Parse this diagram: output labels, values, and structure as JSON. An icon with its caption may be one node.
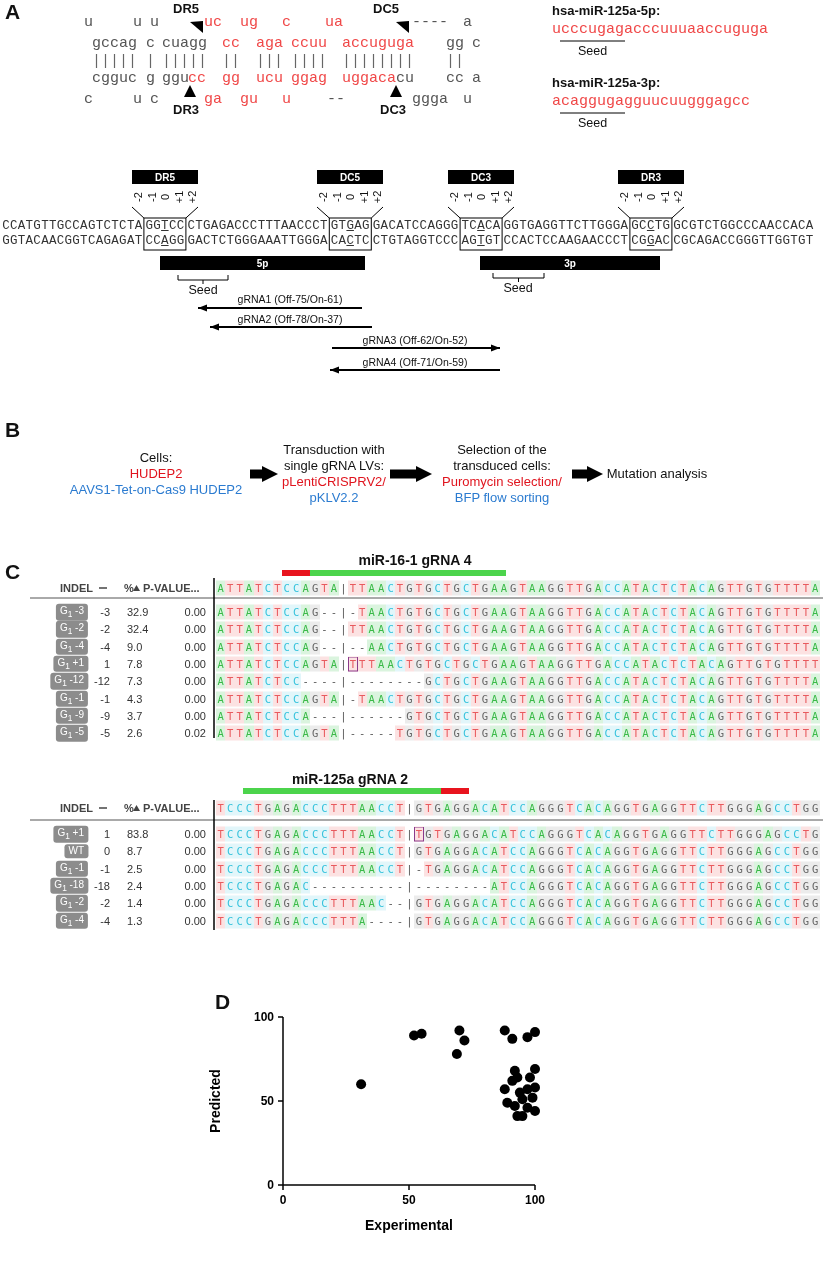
{
  "diagram": {
    "nodes": [
      {
        "text": [
          "DR5"
        ]
      },
      {
        "text": [
          "DC5"
        ]
      },
      {
        "text": [
          "DC3"
        ]
      },
      {
        "text": [
          "DR3"
        ]
      },
      {
        "text": [
          "5p"
        ]
      },
      {
        "text": [
          "3p"
        ]
      },
      {
        "text": [
          "Cells:",
          "HUDEP2",
          "AAVS1-Tet-on-Cas9 HUDEP2"
        ]
      },
      {
        "text": [
          "Transduction with single gRNA LVs:",
          "pLentiCRISPRV2/",
          "pKLV2.2"
        ]
      },
      {
        "text": [
          "Selection of the transduced cells:",
          "Puromycin selection/",
          "BFP flow sorting"
        ]
      },
      {
        "text": [
          "Mutation analysis"
        ]
      }
    ],
    "edges": [
      {
        "from": 6,
        "to": 7,
        "arrow": "to"
      },
      {
        "from": 7,
        "to": 8,
        "arrow": "to"
      },
      {
        "from": 8,
        "to": 9,
        "arrow": "to"
      }
    ],
    "labels": [
      "A",
      "DR5",
      "DC5",
      "u",
      "u",
      "u",
      "uc",
      "ug",
      "c",
      "ua",
      "----",
      "a",
      "gccag",
      "c",
      "cuagg",
      "cc",
      "aga",
      "ccuu",
      "accuguga",
      "gg",
      "c",
      "cgguc",
      "g",
      "ggu",
      "cc",
      "gg",
      "ucu",
      "ggag",
      "uggaca",
      "cu",
      "cc",
      "a",
      "c",
      "u",
      "c",
      "ga",
      "gu",
      "u",
      "--",
      "ggga",
      "u",
      "DR3",
      "DC3",
      "hsa-miR-125a-5p:",
      "ucccugagacccuuuaaccuguga",
      "Seed",
      "hsa-miR-125a-3p:",
      "acaggugagguucuugggagcc",
      "Seed",
      "-2",
      "-1",
      "0",
      "+1",
      "+2",
      "-2",
      "-1",
      "0",
      "+1",
      "+2",
      "-2",
      "-1",
      "0",
      "+1",
      "+2",
      "-2",
      "-1",
      "0",
      "+1",
      "+2",
      "CCATGTTGCCAGTCTCTAGGTCCCTGAGACCCTTTAACCCTGTGAGGACATCCAGGGTCACAGGTGAGGTTCTTGGGAGCCTGGCGTCTGGCCCAACCACA",
      "GGTACAACGGTCAGAGATCCAGGGACTCTGGGAAATTGGGACACTCCTGTAGGTCCCAGTGTCCACTCCAAGAACCCTCGGACCGCAGACCGGGTTGGTGT",
      "Seed",
      "Seed",
      "gRNA1 (Off-75/On-61)",
      "gRNA2 (Off-78/On-37)",
      "gRNA3 (Off-62/On-52)",
      "gRNA4 (Off-71/On-59)",
      "B",
      "C",
      "miR-16-1 gRNA 4",
      "INDEL",
      "%",
      "P-VALUE...",
      "ATTATCTCCAGTA|TTAACTGTGCTGCTGAAGTAAGGTTGACCATACTCTACAGTTGTGTTTTA",
      "G$_{1}$ -3",
      "-3",
      "32.9",
      "0.00",
      "ATTATCTCCAG--|-TAACTGTGCTGCTGAAGTAAGGTTGACCATACTCTACAGTTGTGTTTTA",
      "G$_{1}$ -2",
      "-2",
      "32.4",
      "0.00",
      "ATTATCTCCAG--|TTAACTGTGCTGCTGAAGTAAGGTTGACCATACTCTACAGTTGTGTTTTA",
      "G$_{1}$ -4",
      "-4",
      "9.0",
      "0.00",
      "ATTATCTCCAG--|--AACTGTGCTGCTGAAGTAAGGTTGACCATACTCTACAGTTGTGTTTTA",
      "G$_{1}$ +1",
      "1",
      "7.8",
      "0.00",
      "ATTATCTCCAGTA|TTTAACTGTGCTGCTGAAGTAAGGTTGACCATACTCTACAGTTGTGTTTT",
      "G$_{1}$ -12",
      "-12",
      "7.3",
      "0.00",
      "ATTATCTCC----|--------GCTGCTGAAGTAAGGTTGACCATACTCTACAGTTGTGTTTTA",
      "G$_{1}$ -1",
      "-1",
      "4.3",
      "0.00",
      "ATTATCTCCAGTA|-TAACTGTGCTGCTGAAGTAAGGTTGACCATACTCTACAGTTGTGTTTTA",
      "G$_{1}$ -9",
      "-9",
      "3.7",
      "0.00",
      "ATTATCTCCA---|------GTGCTGCTGAAGTAAGGTTGACCATACTCTACAGTTGTGTTTTA",
      "G$_{1}$ -5",
      "-5",
      "2.6",
      "0.02",
      "ATTATCTCCAGTA|-----TGTGCTGCTGAAGTAAGGTTGACCATACTCTACAGTTGTGTTTTA",
      "miR-125a gRNA 2",
      "INDEL",
      "%",
      "P-VALUE...",
      "TCCCTGAGACCCTTTAACCT|GTGAGGACATCCAGGGTCACAGGTGAGGTTCTTGGGAGCCTGG",
      "G$_{1}$ +1",
      "1",
      "83.8",
      "0.00",
      "TCCCTGAGACCCTTTAACCT|TGTGAGGACATCCAGGGTCACAGGTGAGGTTCTTGGGAGCCTG",
      "WT",
      "0",
      "8.7",
      "0.00",
      "TCCCTGAGACCCTTTAACCT|GTGAGGACATCCAGGGTCACAGGTGAGGTTCTTGGGAGCCTGG",
      "G$_{1}$ -1",
      "-1",
      "2.5",
      "0.00",
      "TCCCTGAGACCCTTTAACCT|-TGAGGACATCCAGGGTCACAGGTGAGGTTCTTGGGAGCCTGG",
      "G$_{1}$ -18",
      "-18",
      "2.4",
      "0.00",
      "TCCCTGAGAC----------|--------ATCCAGGGTCACAGGTGAGGTTCTTGGGAGCCTGG",
      "G$_{1}$ -2",
      "-2",
      "1.4",
      "0.00",
      "TCCCTGAGACCCTTTAAC--|GTGAGGACATCCAGGGTCACAGGTGAGGTTCTTGGGAGCCTGG",
      "G$_{1}$ -4",
      "-4",
      "1.3",
      "0.00",
      "TCCCTGAGACCCTTTA----|GTGAGGACATCCAGGGTCACAGGTGAGGTTCTTGGGAGCCTGG",
      "D"
    ],
    "chart_data": {
      "type": "scatter",
      "xlabel": "Experimental",
      "ylabel": "Predicted",
      "xlim": [
        0,
        100
      ],
      "ylim": [
        0,
        100
      ],
      "xticks": [
        0,
        50,
        100
      ],
      "yticks": [
        0,
        50,
        100
      ],
      "x": [
        31,
        52,
        55,
        69,
        70,
        72,
        88,
        91,
        97,
        100,
        92,
        93,
        91,
        100,
        98,
        88,
        94,
        97,
        100,
        95,
        92,
        99,
        100,
        97,
        93,
        95,
        89
      ],
      "series": [
        {
          "color": "#000000",
          "values": [
            60,
            89,
            90,
            78,
            92,
            86,
            92,
            87,
            88,
            91,
            68,
            64,
            62,
            69,
            64,
            57,
            55,
            57,
            58,
            51,
            47,
            52,
            44,
            46,
            41,
            41,
            49
          ]
        }
      ]
    }
  }
}
